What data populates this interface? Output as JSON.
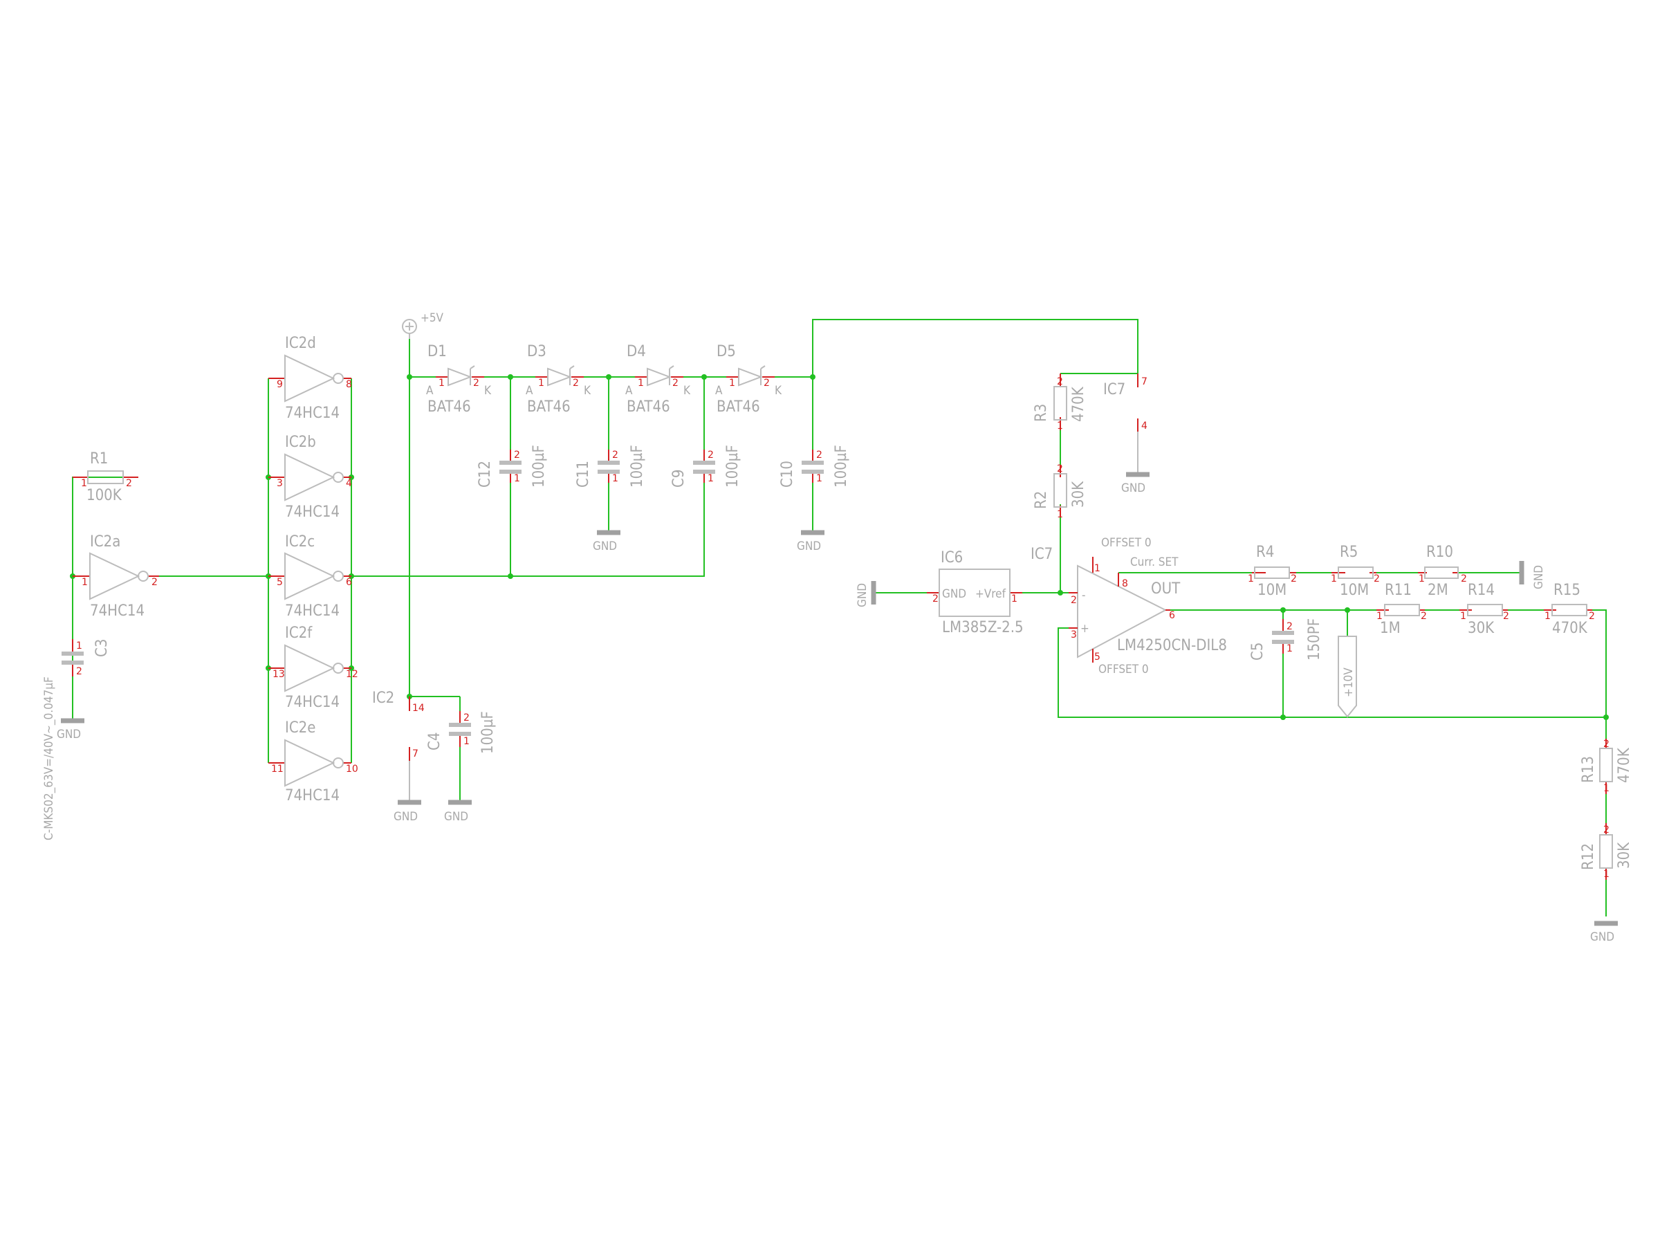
{
  "power": {
    "vcc": "+5V",
    "gnd": "GND",
    "p10": "+10V"
  },
  "resistors": [
    {
      "ref": "R1",
      "value": "100K"
    },
    {
      "ref": "R2",
      "value": "30K"
    },
    {
      "ref": "R3",
      "value": "470K"
    },
    {
      "ref": "R4",
      "value": "10M"
    },
    {
      "ref": "R5",
      "value": "10M"
    },
    {
      "ref": "R10",
      "value": "2M"
    },
    {
      "ref": "R11",
      "value": "1M"
    },
    {
      "ref": "R14",
      "value": "30K"
    },
    {
      "ref": "R15",
      "value": "470K"
    },
    {
      "ref": "R13",
      "value": "470K"
    },
    {
      "ref": "R12",
      "value": "30K"
    }
  ],
  "capacitors": [
    {
      "ref": "C3",
      "value": "C-MKS02_63V=/40V~_0.047µF"
    },
    {
      "ref": "C4",
      "value": "100µF"
    },
    {
      "ref": "C12",
      "value": "100µF"
    },
    {
      "ref": "C11",
      "value": "100µF"
    },
    {
      "ref": "C9",
      "value": "100µF"
    },
    {
      "ref": "C10",
      "value": "100µF"
    },
    {
      "ref": "C5",
      "value": "150PF"
    }
  ],
  "diodes": [
    {
      "ref": "D1",
      "value": "BAT46"
    },
    {
      "ref": "D3",
      "value": "BAT46"
    },
    {
      "ref": "D4",
      "value": "BAT46"
    },
    {
      "ref": "D5",
      "value": "BAT46"
    }
  ],
  "inverters": [
    {
      "ref": "IC2d",
      "value": "74HC14",
      "in": "9",
      "out": "8"
    },
    {
      "ref": "IC2b",
      "value": "74HC14",
      "in": "3",
      "out": "4"
    },
    {
      "ref": "IC2a",
      "value": "74HC14",
      "in": "1",
      "out": "2"
    },
    {
      "ref": "IC2c",
      "value": "74HC14",
      "in": "5",
      "out": "6"
    },
    {
      "ref": "IC2f",
      "value": "74HC14",
      "in": "13",
      "out": "12"
    },
    {
      "ref": "IC2e",
      "value": "74HC14",
      "in": "11",
      "out": "10"
    }
  ],
  "ic2_power": {
    "ref": "IC2",
    "vcc_pin": "14",
    "gnd_pin": "7"
  },
  "ic6": {
    "ref": "IC6",
    "value": "LM385Z-2.5",
    "pin_gnd": "GND",
    "pin_vref": "+Vref"
  },
  "ic7": {
    "ref": "IC7",
    "value": "LM4250CN-DIL8",
    "offset_top": "OFFSET 0",
    "offset_bottom": "OFFSET 0",
    "curr_set": "Curr. SET",
    "out": "OUT",
    "minus": "-",
    "plus": "+",
    "power_pin_top": "7",
    "power_pin_bottom": "4"
  },
  "diode_pin_labels": {
    "anode": "A",
    "cathode": "K"
  }
}
